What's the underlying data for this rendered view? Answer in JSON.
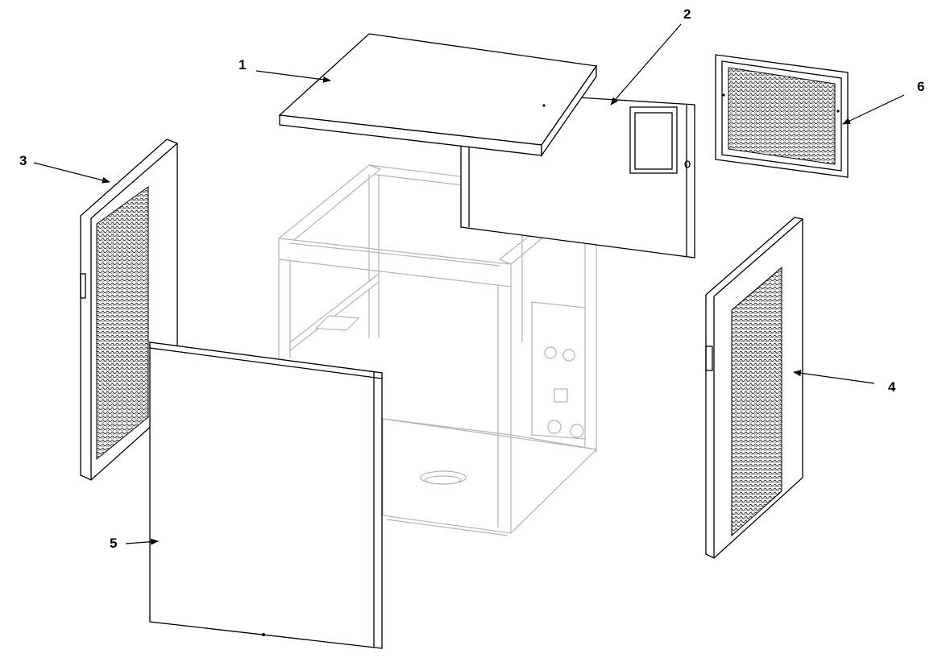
{
  "diagram": {
    "callouts": [
      {
        "id": "1",
        "label": "1"
      },
      {
        "id": "2",
        "label": "2"
      },
      {
        "id": "3",
        "label": "3"
      },
      {
        "id": "4",
        "label": "4"
      },
      {
        "id": "5",
        "label": "5"
      },
      {
        "id": "6",
        "label": "6"
      }
    ]
  },
  "colors": {
    "line": "#000000",
    "frame_ghost": "#b4b4b4",
    "background": "#ffffff"
  }
}
